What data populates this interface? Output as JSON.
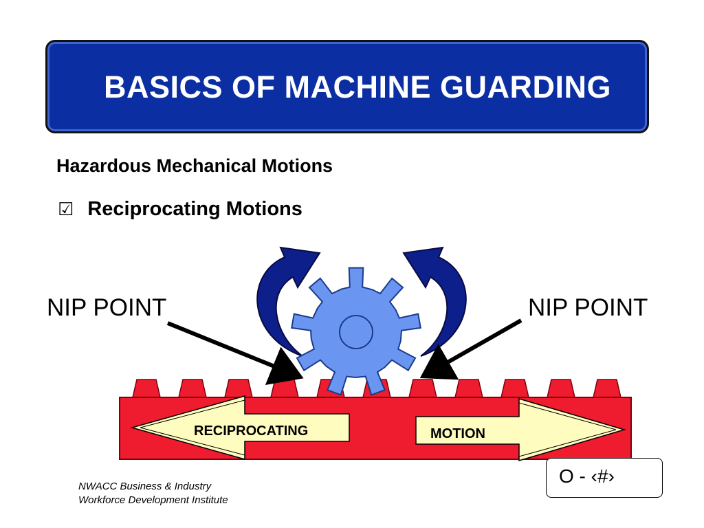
{
  "title": "BASICS OF MACHINE GUARDING",
  "subheading": "Hazardous Mechanical Motions",
  "bullet": {
    "icon": "checkbox-icon",
    "glyph": "☑",
    "text": "Reciprocating Motions"
  },
  "diagram": {
    "nip_left": "NIP POINT",
    "nip_right": "NIP POINT",
    "arrow_left_label": "RECIPROCATING",
    "arrow_right_label": "MOTION",
    "colors": {
      "gear": "#6a96f2",
      "rack": "#ee1c2e",
      "rotation_arrow": "#0d1f8a",
      "motion_arrow": "#fffcc0"
    }
  },
  "page_number": "O - ‹#›",
  "footer": {
    "line1": "NWACC Business & Industry",
    "line2": "Workforce Development Institute"
  }
}
